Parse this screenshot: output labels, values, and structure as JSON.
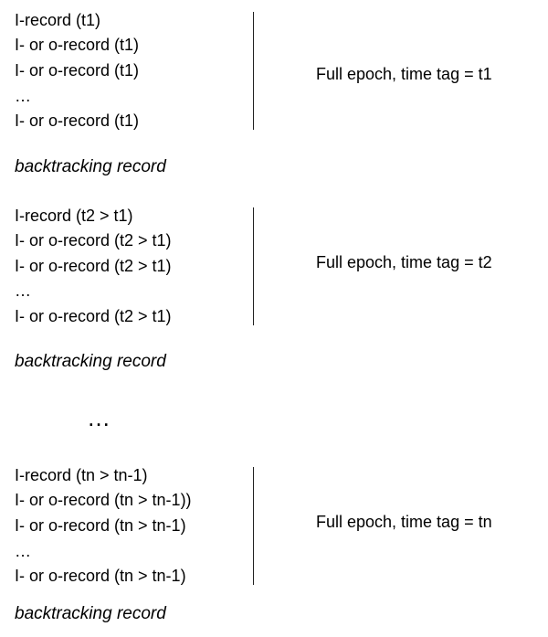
{
  "groups": [
    {
      "records": [
        "I-record (t1)",
        "I- or o-record (t1)",
        "I- or o-record (t1)",
        "…",
        "I- or o-record (t1)"
      ],
      "epoch_label": "Full epoch, time tag = t1",
      "backtracking": "backtracking record"
    },
    {
      "records": [
        "I-record (t2 > t1)",
        "I- or o-record (t2 > t1)",
        "I- or o-record (t2 > t1)",
        "…",
        "I- or o-record (t2 > t1)"
      ],
      "epoch_label": "Full epoch, time tag = t2",
      "backtracking": "backtracking record"
    },
    {
      "records": [
        "I-record (tn > tn-1)",
        "I- or o-record (tn > tn-1))",
        "I- or o-record (tn > tn-1)",
        "…",
        "I- or o-record (tn > tn-1)"
      ],
      "epoch_label": "Full epoch, time tag = tn",
      "backtracking": "backtracking record"
    }
  ],
  "separator": "…"
}
